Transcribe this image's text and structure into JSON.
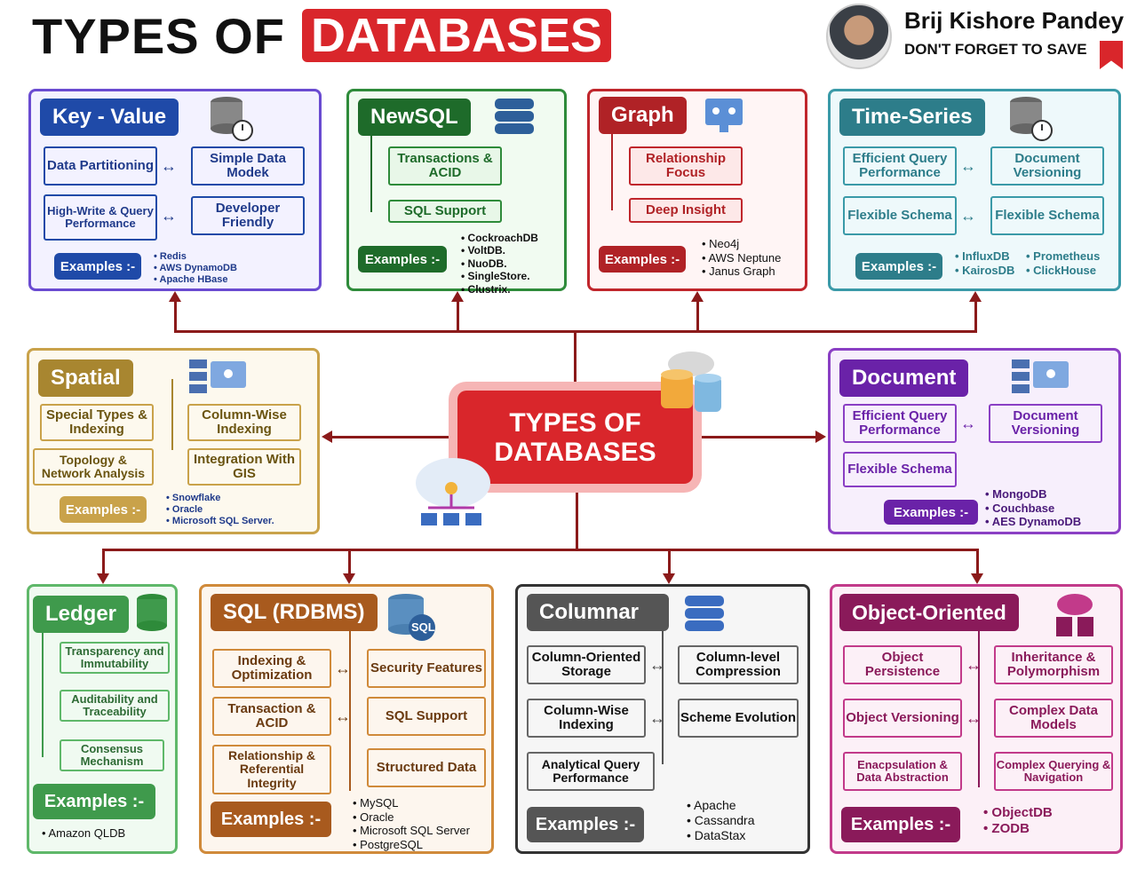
{
  "header": {
    "title_black": "TYPES OF",
    "title_red": "DATABASES",
    "author": "Brij Kishore Pandey",
    "save_note": "DON'T FORGET TO SAVE"
  },
  "center": {
    "label": "TYPES OF DATABASES"
  },
  "cards": {
    "keyvalue": {
      "title": "Key - Value",
      "features": [
        "Data Partitioning",
        "Simple Data Modek",
        "High-Write & Query Performance",
        "Developer Friendly"
      ],
      "examples_label": "Examples :-",
      "examples": [
        "Redis",
        "AWS DynamoDB",
        "Apache HBase"
      ]
    },
    "newsql": {
      "title": "NewSQL",
      "features": [
        "Transactions & ACID",
        "SQL Support"
      ],
      "examples_label": "Examples :-",
      "examples": [
        "CockroachDB",
        "VoltDB.",
        "NuoDB.",
        "SingleStore.",
        "Clustrix."
      ]
    },
    "graph": {
      "title": "Graph",
      "features": [
        "Relationship Focus",
        "Deep Insight"
      ],
      "examples_label": "Examples :-",
      "examples": [
        "Neo4j",
        "AWS Neptune",
        "Janus Graph"
      ]
    },
    "timeseries": {
      "title": "Time-Series",
      "features": [
        "Efficient Query Performance",
        "Document Versioning",
        "Flexible Schema",
        "Flexible Schema"
      ],
      "examples_label": "Examples :-",
      "examples": [
        "InfluxDB",
        "KairosDB",
        "Prometheus",
        "ClickHouse"
      ]
    },
    "spatial": {
      "title": "Spatial",
      "features": [
        "Special Types & Indexing",
        "Column-Wise Indexing",
        "Topology & Network Analysis",
        "Integration With GIS"
      ],
      "examples_label": "Examples :-",
      "examples": [
        "Snowflake",
        "Oracle",
        "Microsoft SQL Server."
      ]
    },
    "document": {
      "title": "Document",
      "features": [
        "Efficient Query Performance",
        "Document Versioning",
        "Flexible Schema"
      ],
      "examples_label": "Examples :-",
      "examples": [
        "MongoDB",
        "Couchbase",
        "AES DynamoDB"
      ]
    },
    "ledger": {
      "title": "Ledger",
      "features": [
        "Transparency and Immutability",
        "Auditability and Traceability",
        "Consensus Mechanism"
      ],
      "examples_label": "Examples :-",
      "examples": [
        "Amazon QLDB"
      ]
    },
    "sql": {
      "title": "SQL (RDBMS)",
      "icon_label": "SQL",
      "features": [
        "Indexing & Optimization",
        "Security Features",
        "Transaction & ACID",
        "SQL Support",
        "Relationship & Referential Integrity",
        "Structured Data"
      ],
      "examples_label": "Examples :-",
      "examples": [
        "MySQL",
        "Oracle",
        "Microsoft SQL Server",
        "PostgreSQL"
      ]
    },
    "columnar": {
      "title": "Columnar",
      "features": [
        "Column-Oriented Storage",
        "Column-level Compression",
        "Column-Wise Indexing",
        "Scheme Evolution",
        "Analytical Query Performance"
      ],
      "examples_label": "Examples :-",
      "examples": [
        "Apache",
        "Cassandra",
        "DataStax"
      ]
    },
    "oo": {
      "title": "Object-Oriented",
      "features": [
        "Object Persistence",
        "Inheritance & Polymorphism",
        "Object Versioning",
        "Complex Data Models",
        "Enacpsulation & Data Abstraction",
        "Complex Querying & Navigation"
      ],
      "examples_label": "Examples :-",
      "examples": [
        "ObjectDB",
        "ZODB"
      ]
    }
  },
  "colors": {
    "keyvalue": "#6a4bd1",
    "keyvalue_hdr": "#1f4aa8",
    "newsql": "#2e8b3a",
    "newsql_hdr": "#1e6b2a",
    "graph": "#c0262c",
    "graph_hdr": "#b02226",
    "timeseries": "#3a9aa8",
    "timeseries_hdr": "#2d7d8a",
    "spatial": "#c9a24a",
    "spatial_hdr": "#a88630",
    "document": "#8a3fc4",
    "document_hdr": "#6a22a8",
    "ledger": "#5fb86a",
    "ledger_hdr": "#3f9a4c",
    "sql": "#d08a3a",
    "sql_hdr": "#a85a1e",
    "columnar": "#333333",
    "columnar_hdr": "#555555",
    "oo": "#c23a8a",
    "oo_hdr": "#8a1a5a",
    "connector": "#8b1a1a"
  }
}
